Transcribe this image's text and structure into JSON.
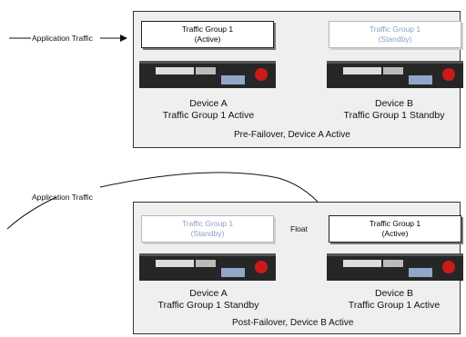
{
  "pre": {
    "incoming_label": "Application Traffic",
    "tg_a": {
      "line1": "Traffic Group 1",
      "line2": "(Active)"
    },
    "tg_b": {
      "line1": "Traffic Group 1",
      "line2": "(Standby)"
    },
    "dev_a": {
      "name": "Device A",
      "status": "Traffic Group 1 Active"
    },
    "dev_b": {
      "name": "Device B",
      "status": "Traffic Group 1 Standby"
    },
    "caption": "Pre-Failover, Device A Active"
  },
  "post": {
    "incoming_label": "Application Traffic",
    "float_label": "Float",
    "tg_a": {
      "line1": "Traffic Group 1",
      "line2": "(Standby)"
    },
    "tg_b": {
      "line1": "Traffic Group 1",
      "line2": "(Active)"
    },
    "dev_a": {
      "name": "Device A",
      "status": "Traffic Group 1 Standby"
    },
    "dev_b": {
      "name": "Device B",
      "status": "Traffic Group 1 Active"
    },
    "caption": "Post-Failover, Device B Active"
  }
}
